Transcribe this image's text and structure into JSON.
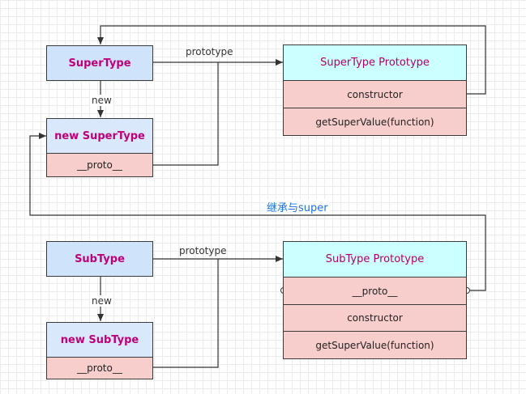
{
  "super_section": {
    "type_label": "SuperType",
    "instance_label": "new SuperType",
    "instance_proto_label": "__proto__",
    "new_edge_label": "new",
    "prototype_edge_label": "prototype",
    "prototype_object": {
      "title": "SuperType Prototype",
      "fields": [
        "constructor",
        "getSuperValue(function)"
      ]
    }
  },
  "banner_label": "继承与super",
  "sub_section": {
    "type_label": "SubType",
    "instance_label": "new SubType",
    "instance_proto_label": "__proto__",
    "new_edge_label": "new",
    "prototype_edge_label": "prototype",
    "prototype_object": {
      "title": "SubType Prototype",
      "fields": [
        "__proto__",
        "constructor",
        "getSuperValue(function)"
      ]
    }
  },
  "colors": {
    "type_fill": "#dae8fc",
    "field_fill": "#f8cecc",
    "prototype_title_fill": "#ccffff",
    "emphasis_text": "#c0007a",
    "banner_text": "#1a73e8",
    "connector": "#333333"
  }
}
